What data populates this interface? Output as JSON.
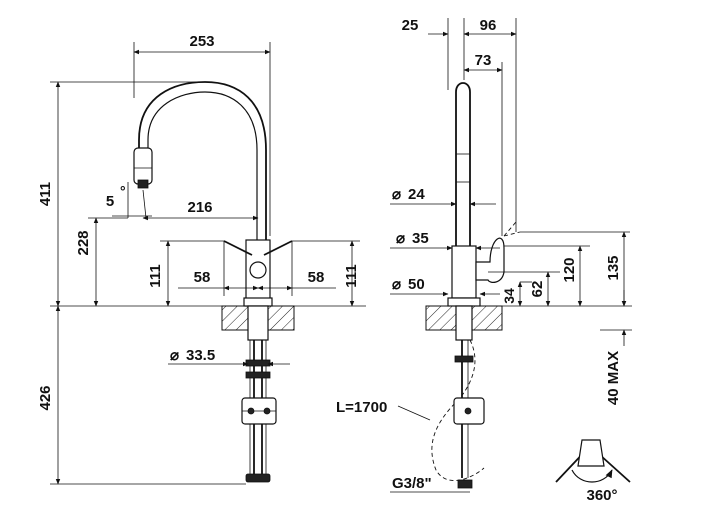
{
  "front_view": {
    "width_253": "253",
    "height_411": "411",
    "angle_5": "5",
    "degree": "°",
    "reach_216": "216",
    "height_228": "228",
    "handle_111_left": "111",
    "handle_111_right": "111",
    "handle_58_left": "58",
    "handle_58_right": "58",
    "diameter_33_5": "33.5",
    "below_426": "426"
  },
  "side_view": {
    "dim_25": "25",
    "dim_96": "96",
    "dim_73": "73",
    "diameter_24": "24",
    "diameter_35": "35",
    "diameter_50": "50",
    "dim_34": "34",
    "dim_62": "62",
    "dim_120": "120",
    "dim_135": "135",
    "max_40": "40 MAX",
    "hose_length": "L=1700",
    "thread": "G3/8\""
  },
  "rotation": {
    "label": "360°"
  },
  "symbols": {
    "diameter": "⌀"
  }
}
